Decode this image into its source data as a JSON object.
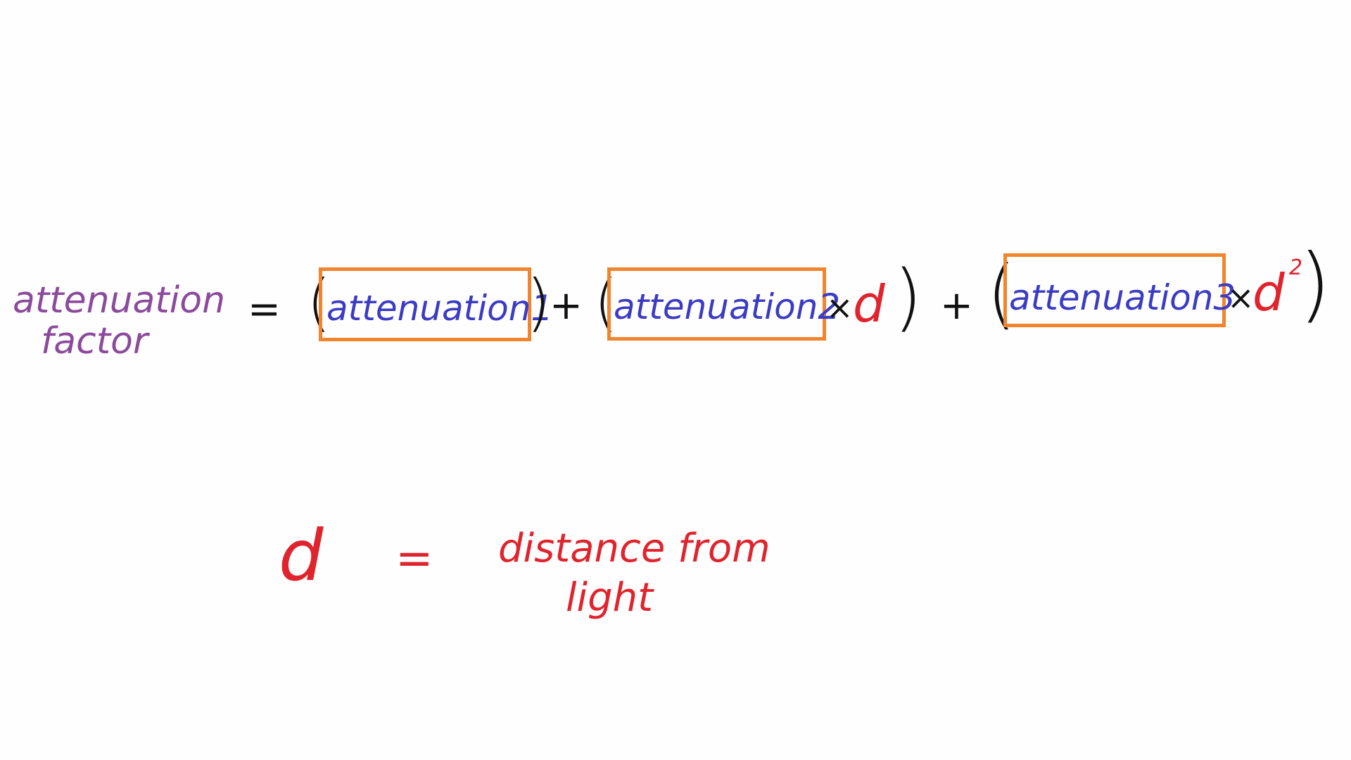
{
  "colors": {
    "background": "#fefefe",
    "lhs": "#8b4a9c",
    "operator": "#111111",
    "coefficient": "#3b3bc4",
    "box": "#f0852d",
    "variable": "#e0242e"
  },
  "equation": {
    "lhs_line1": "attenuation",
    "lhs_line2": "factor",
    "equals": "=",
    "open_paren": "(",
    "close_paren": ")",
    "plus": "+",
    "times": "×",
    "term1": "attenuation1",
    "term2": "attenuation2",
    "term3": "attenuation3",
    "variable": "d",
    "exponent": "2"
  },
  "definition": {
    "variable": "d",
    "equals": "=",
    "text_line1": "distance from",
    "text_line2": "light"
  }
}
